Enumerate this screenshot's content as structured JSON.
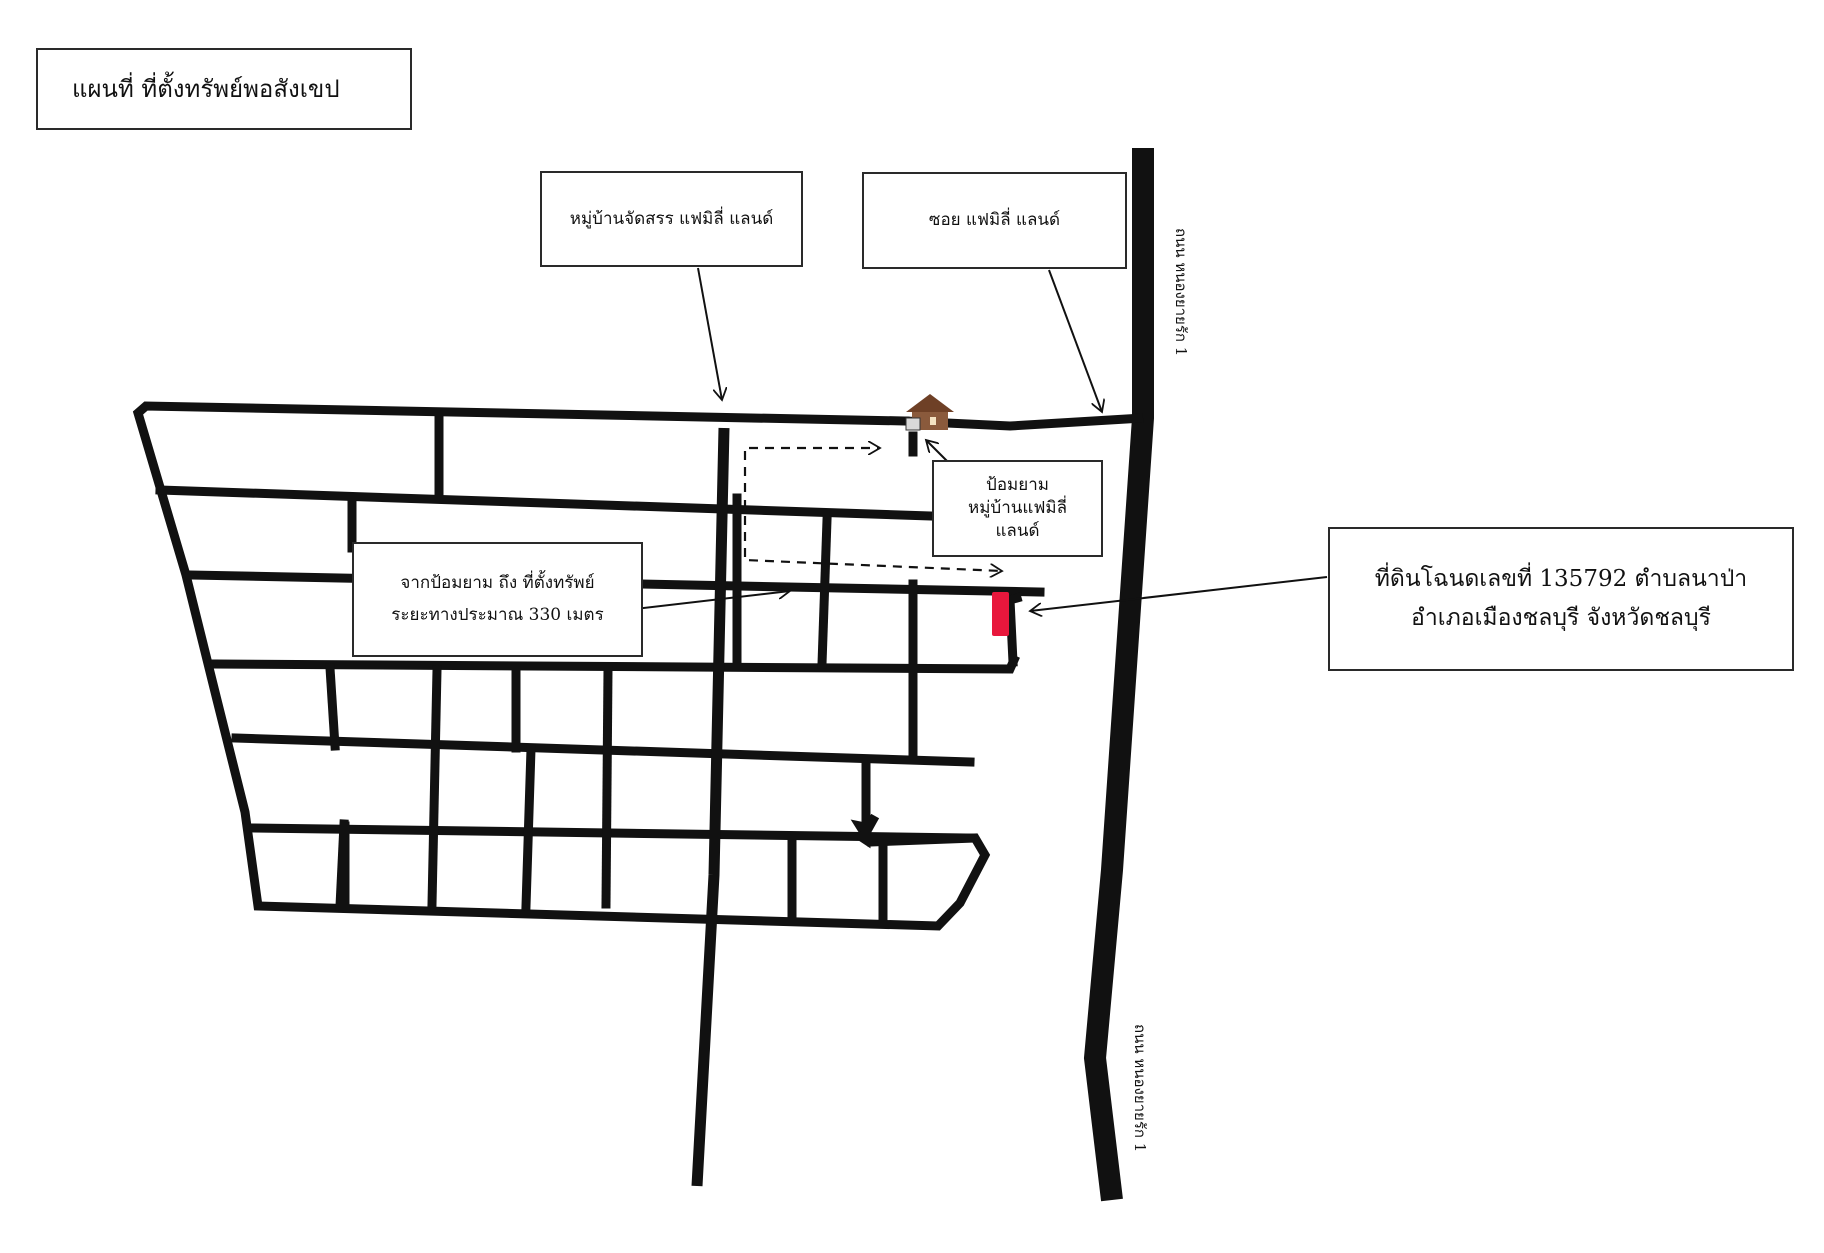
{
  "map": {
    "title": "แผนที่ ที่ตั้งทรัพย์พอสังเขป",
    "labels": {
      "village": "หมู่บ้านจัดสรร แฟมิลี่ แลนด์",
      "soi": "ซอย แฟมิลี่ แลนด์",
      "guard_post": [
        "ป้อมยาม",
        "หมู่บ้านแฟมิลี่",
        "แลนด์"
      ],
      "distance": [
        "จากป้อมยาม ถึง ที่ตั้งทรัพย์",
        "ระยะทางประมาณ 330 เมตร"
      ],
      "parcel": [
        "ที่ดินโฉนดเลขที่ 135792 ตำบลนาป่า",
        "อำเภอเมืองชลบุรี จังหวัดชลบุรี"
      ],
      "main_road": "ถนน หนองยายรัก 1"
    },
    "colors": {
      "road": "#111111",
      "parcel_marker": "#e8173c",
      "guard_post_icon": "#8a5a3c",
      "box_border": "#2a2a2a"
    },
    "icons": {
      "guard_post": "guard-house-icon",
      "parcel": "property-marker-icon"
    }
  }
}
